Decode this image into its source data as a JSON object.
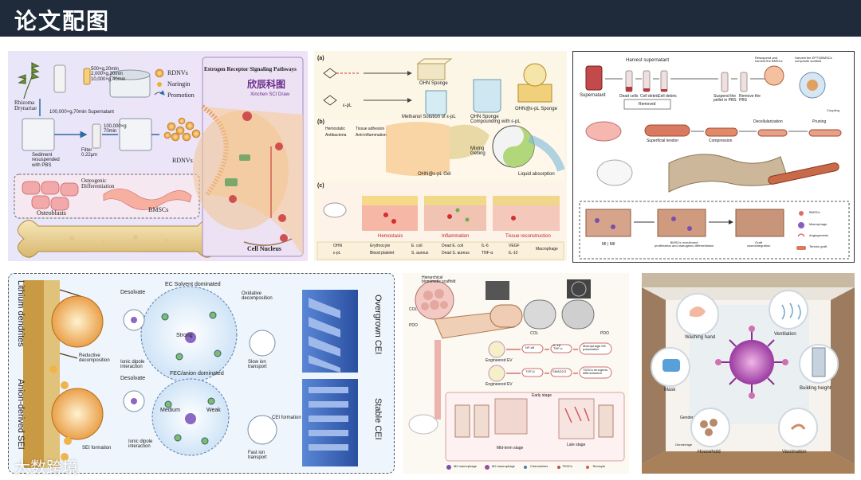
{
  "header": {
    "title": "论文配图"
  },
  "watermark": {
    "text": "大数跨境"
  },
  "panel1": {
    "plant_label": "Rhizoma\nDrynariae",
    "centrifuge1": "100,000×g,70min  Supernatant",
    "steps": "500×g,20min\n2,000×g,30min\n10,000×g,40min",
    "legend": [
      "RDNVs",
      "Naringin",
      "Promotion"
    ],
    "sediment": "Sediment\nresuspended\nwith PBS",
    "filter": "Filter\n0.22μm",
    "centrifuge2": "100,000×g\n70min",
    "rdnvs": "RDNVs",
    "osteogenic": "Osteogenic\nDifferentiation",
    "osteoblasts": "Osteoblasts",
    "bmscs": "BMSCs",
    "pathway_title": "Estrogen Receptor Signaling Pathways",
    "brand_cn": "欣辰科图",
    "brand_en": "Xinchen SCI Draw",
    "nucleus": "Cell Nucleus"
  },
  "panel2": {
    "label_a": "(a)",
    "label_b": "(b)",
    "label_c": "(c)",
    "ohn_sponge": "OHN Sponge",
    "eplm": "ε-pL",
    "methanol": "Methanol Solution of ε-pL",
    "compounding": "OHN Sponge\nCompounding with ε-pL",
    "ohn_epl_sponge": "OHN@ε-pL Sponge",
    "props": [
      "Hemostatic",
      "Tissue adhesion",
      "Antibacteria",
      "Anti-inflammation"
    ],
    "mixing": "Mixing\nGelling",
    "gel": "OHN@ε-pL Gel",
    "liquid": "Liquid absorption",
    "stages": [
      "Hemostasis",
      "Inflammation",
      "Tissue reconstruction"
    ],
    "legend": [
      "OHN",
      "Erythrocyte",
      "E. coli",
      "Dead E. coli",
      "IL-6",
      "VEGF",
      "ε-pL",
      "Blood platelet",
      "S. aureus",
      "Dead S. aureus",
      "TNF-α",
      "IL-10",
      "Macrophage"
    ]
  },
  "panel3": {
    "harvest": "Harvest supernatant",
    "resuspend": "Resuspend and harvest the BMSCs",
    "harvest_the": "Harvest the EPTS/BMSCs composite scaffold",
    "supernatant": "Supernatant",
    "dead_cells": "Dead cells",
    "cell_debris1": "Cell debris",
    "cell_debris2": "Cell debris",
    "removed": "Removed",
    "suspend": "Suspend the pellet in PBS",
    "remove_pbs": "Remove the PBS",
    "superficial": "Superficial tendon",
    "compression": "Compression",
    "decell": "Decellularization",
    "pruning": "Pruning",
    "coupling": "Coupling",
    "mi_mii": "MI | MII",
    "recruit": "BMSCs recruitment\nproliferation and osteogenic differentiation",
    "graft": "Graft\nosseointegration",
    "legend": [
      "BMSCs",
      "Macrophage",
      "Angiogenesis",
      "Tendon graft"
    ]
  },
  "panel4": {
    "lithium": "Lithium dendrites",
    "anion_sei": "Anion-derived SEI",
    "ec_solvent": "EC Solvent dominated",
    "desolvate1": "Desolvate",
    "strong": "Strong",
    "ionic1": "Ionic dipole\ninteraction",
    "reductive": "Reductive\ndecomposition",
    "oxidative": "Oxidative\ndecomposition",
    "slow": "Slow ion\ntransport",
    "overgrown": "Overgrown CEI",
    "fec": "FEC/anion dominated",
    "desolvate2": "Desolvate",
    "medium": "Medium",
    "weak": "Weak",
    "ionic2": "Ionic dipole\ninteraction",
    "sei_formation": "SEI formation",
    "cei_formation": "CEI formation",
    "fast": "Fast ion\ntransport",
    "stable": "Stable CEI"
  },
  "panel5": {
    "hierarchical": "Hierarchical\nbiomimetic scaffold",
    "col_left": "COL",
    "pdo_left": "PDO",
    "col_mid": "COL",
    "pdo_right": "PDO",
    "eng_ev1": "Engineered EV",
    "eng_ev2": "Engineered EV",
    "nfkb": "NF-κB",
    "il": "IL-1β\nTNF-α",
    "mac_polar": "Macrophage M2\npolarization",
    "tgf": "TGF-β",
    "smad": "SMAD2/3",
    "tdsc": "TDSCs tenogenic\ndifferentiation",
    "early": "Early stage",
    "mid": "Mid-term stage",
    "late": "Late stage",
    "legend": [
      "M0 macrophage",
      "M2 macrophage",
      "Chemokines",
      "TDSCs",
      "Tenocyte"
    ]
  },
  "panel6": {
    "washing": "Washing hand",
    "ventilation": "Ventilation",
    "mask": "Mask",
    "building": "Building height",
    "gender": "Gender",
    "household": "Household",
    "vaccination": "Vaccination",
    "sub_gender": "Gender/age"
  }
}
